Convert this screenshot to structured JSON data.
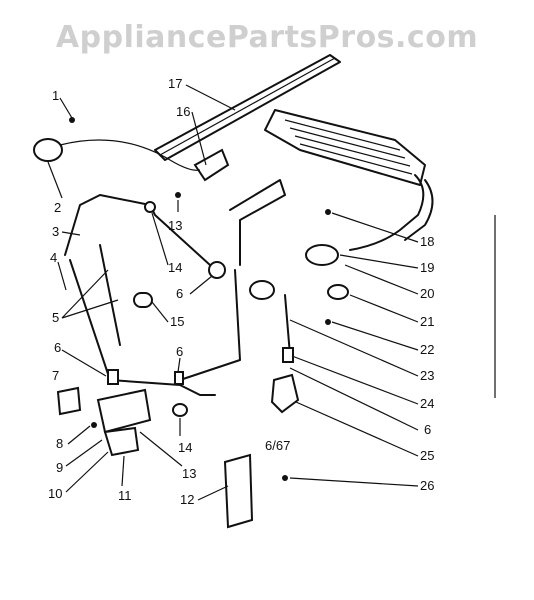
{
  "watermark": "AppliancePartsPros.com",
  "model_tag": "6/67",
  "callouts": [
    {
      "id": "c1",
      "label": "1"
    },
    {
      "id": "c2",
      "label": "2"
    },
    {
      "id": "c3",
      "label": "3"
    },
    {
      "id": "c4",
      "label": "4"
    },
    {
      "id": "c5",
      "label": "5"
    },
    {
      "id": "c6a",
      "label": "6"
    },
    {
      "id": "c6b",
      "label": "6"
    },
    {
      "id": "c6c",
      "label": "6"
    },
    {
      "id": "c6d",
      "label": "6"
    },
    {
      "id": "c7",
      "label": "7"
    },
    {
      "id": "c8",
      "label": "8"
    },
    {
      "id": "c9",
      "label": "9"
    },
    {
      "id": "c10",
      "label": "10"
    },
    {
      "id": "c11",
      "label": "11"
    },
    {
      "id": "c12",
      "label": "12"
    },
    {
      "id": "c13a",
      "label": "13"
    },
    {
      "id": "c13b",
      "label": "13"
    },
    {
      "id": "c14a",
      "label": "14"
    },
    {
      "id": "c14b",
      "label": "14"
    },
    {
      "id": "c15",
      "label": "15"
    },
    {
      "id": "c16",
      "label": "16"
    },
    {
      "id": "c17",
      "label": "17"
    },
    {
      "id": "c18",
      "label": "18"
    },
    {
      "id": "c19",
      "label": "19"
    },
    {
      "id": "c20",
      "label": "20"
    },
    {
      "id": "c21",
      "label": "21"
    },
    {
      "id": "c22",
      "label": "22"
    },
    {
      "id": "c23",
      "label": "23"
    },
    {
      "id": "c24",
      "label": "24"
    },
    {
      "id": "c25",
      "label": "25"
    },
    {
      "id": "c26",
      "label": "26"
    }
  ]
}
